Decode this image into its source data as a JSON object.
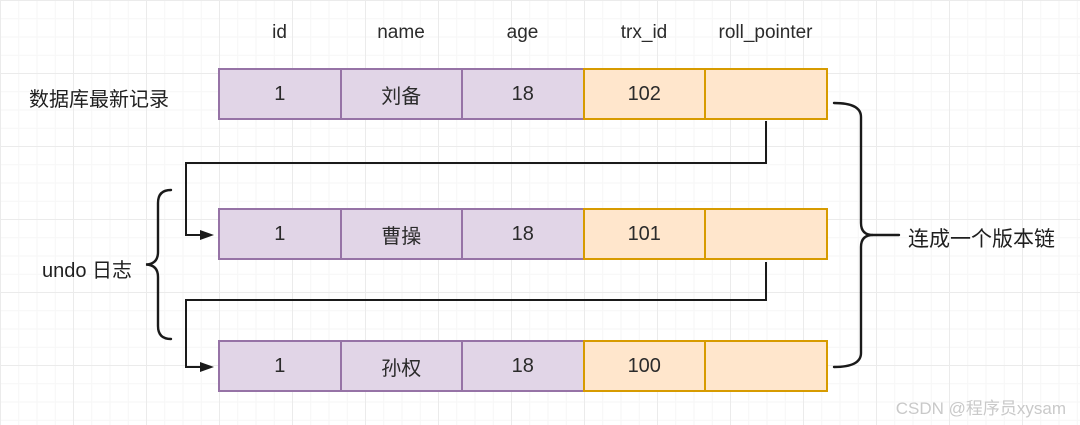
{
  "diagram": {
    "columns": [
      "id",
      "name",
      "age",
      "trx_id",
      "roll_pointer"
    ],
    "rows": [
      {
        "id": "1",
        "name": "刘备",
        "age": "18",
        "trx_id": "102",
        "roll_pointer": ""
      },
      {
        "id": "1",
        "name": "曹操",
        "age": "18",
        "trx_id": "101",
        "roll_pointer": ""
      },
      {
        "id": "1",
        "name": "孙权",
        "age": "18",
        "trx_id": "100",
        "roll_pointer": ""
      }
    ],
    "labels": {
      "latest_record": "数据库最新记录",
      "undo_log": "undo 日志",
      "version_chain": "连成一个版本链"
    },
    "watermark": "CSDN @程序员xysam",
    "colors": {
      "purple_fill": "#e1d5e7",
      "purple_border": "#9673a6",
      "orange_fill": "#ffe6cc",
      "orange_border": "#d79b00",
      "line": "#1a1a1a",
      "watermark_text": "#c9c9c9"
    }
  }
}
